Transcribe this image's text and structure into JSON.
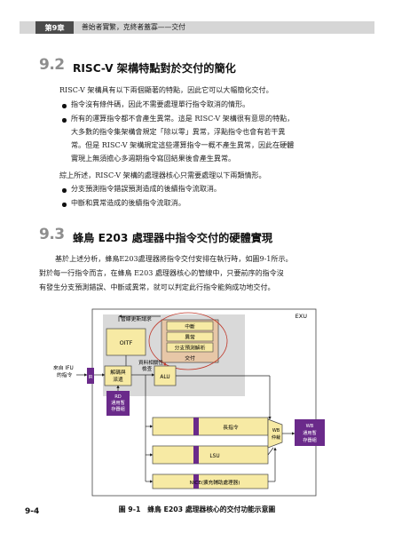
{
  "header": {
    "chapter": "第9章",
    "title": "善始者實繁，克終者蓋寡——交付"
  },
  "section1": {
    "number": "9.2",
    "title": "RISC-V 架構特點對於交付的簡化",
    "intro": "RISC-V 架構具有以下兩個顯著的特點，因此它可以大幅簡化交付。",
    "bullets": [
      [
        "指令沒有條件碼，因此不需要處理單行指令取消的情形。"
      ],
      [
        "所有的運算指令都不會產生異常。這是 RISC-V 架構很有意思的特點，",
        "大多數的指令集架構會規定「除以零」異常，浮點指令也會有若干異",
        "常。但是 RISC-V 架構規定這些運算指令一概不產生異常，因此在硬體",
        "實現上無須擔心多週期指令寫回結果後會產生異常。"
      ]
    ],
    "summary": "綜上所述，RISC-V 架構的處理器核心只需要處理以下兩類情形。",
    "bullets2": [
      "分支預測指令錯誤預測造成的後續指令流取消。",
      "中斷和異常造成的後續指令流取消。"
    ]
  },
  "section2": {
    "number": "9.3",
    "title": "蜂鳥 E203 處理器中指令交付的硬體實現",
    "para": [
      "基於上述分析，蜂鳥E203處理器將指令交付安排在執行時，如圖9-1所示。",
      "對於每一行指令而言，在蜂鳥 E203 處理器核心的管線中，只要前序的指令沒",
      "有發生分支預測錯誤、中斷或異常，就可以判定此行指令能夠成功地交付。"
    ]
  },
  "diagram": {
    "exu_label": "EXU",
    "pipeline_flush": "管線更新請求",
    "oitf": "OITF",
    "interrupt": "中斷",
    "exception": "異常",
    "branch_resolve": "分支預測解析",
    "commit": "交付",
    "dependency_check": [
      "資料相關性",
      "檢查"
    ],
    "ifu_source": [
      "來自 IFU",
      "的指令"
    ],
    "ir": "IR",
    "decode_dispatch": [
      "解碼與",
      "派遣"
    ],
    "alu": "ALU",
    "rd_regfile": [
      "RD",
      "通用暫",
      "存器組"
    ],
    "long_instr": "長指令",
    "lsu": "LSU",
    "nice": "NICE(擴充輔助處理器)",
    "wb_arbiter": [
      "WB",
      "仲裁"
    ],
    "wb_regfile": [
      "WB",
      "通用暫",
      "存器組"
    ],
    "colors": {
      "purple": "#6a2a8a",
      "yellow": "#f7eaa4",
      "commit_box": "#e7c7a7",
      "gray_panel": "#d9d9d9",
      "red_arrow": "#c0392b"
    }
  },
  "caption": "圖 9-1　蜂鳥 E203 處理器核心的交付功能示意圖",
  "page_number": "9-4"
}
